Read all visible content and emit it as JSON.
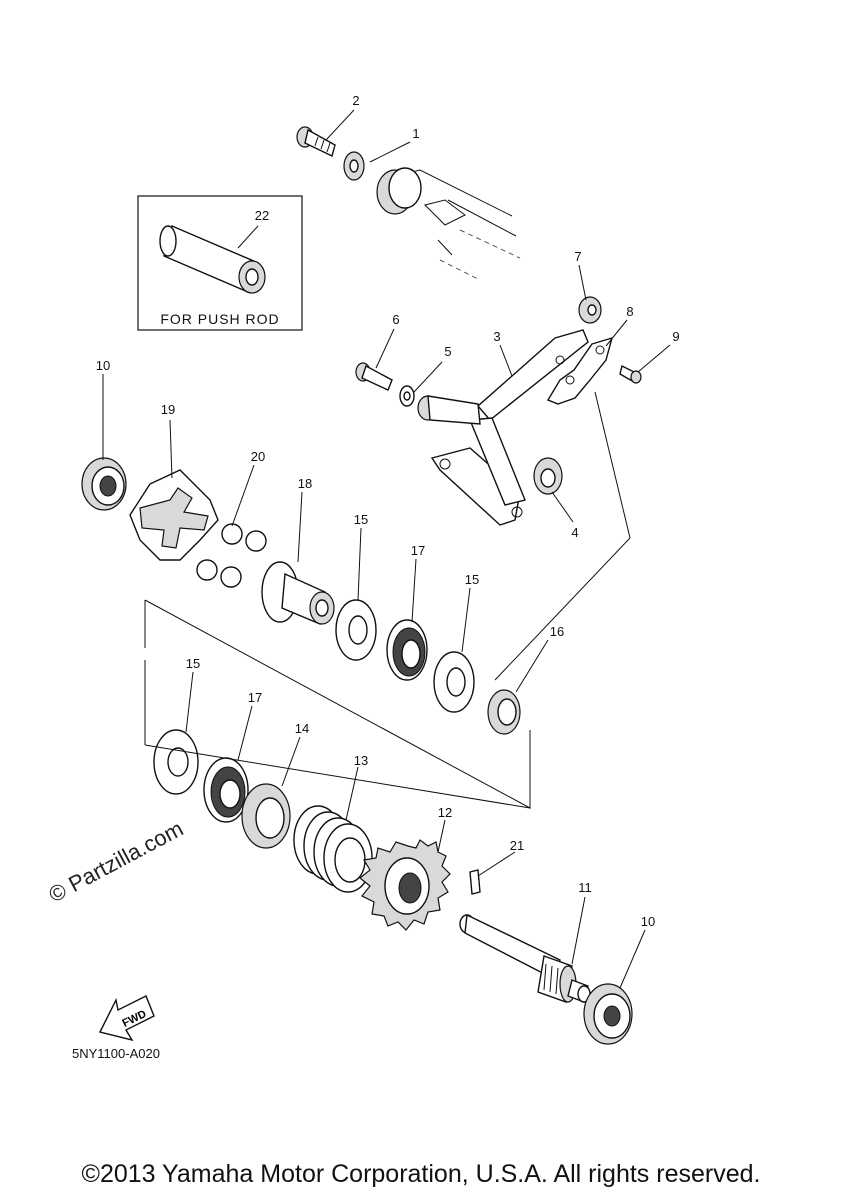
{
  "inset": {
    "label": "FOR PUSH ROD"
  },
  "diagram_code": "5NY1100-A020",
  "fwd_label": "FWD",
  "watermark": "© Partzilla.com",
  "copyright": "©2013 Yamaha Motor Corporation, U.S.A. All rights reserved.",
  "callouts": [
    "1",
    "2",
    "3",
    "4",
    "5",
    "6",
    "7",
    "8",
    "9",
    "10",
    "10",
    "11",
    "12",
    "13",
    "14",
    "15",
    "15",
    "15",
    "16",
    "17",
    "17",
    "18",
    "19",
    "20",
    "21",
    "22"
  ]
}
